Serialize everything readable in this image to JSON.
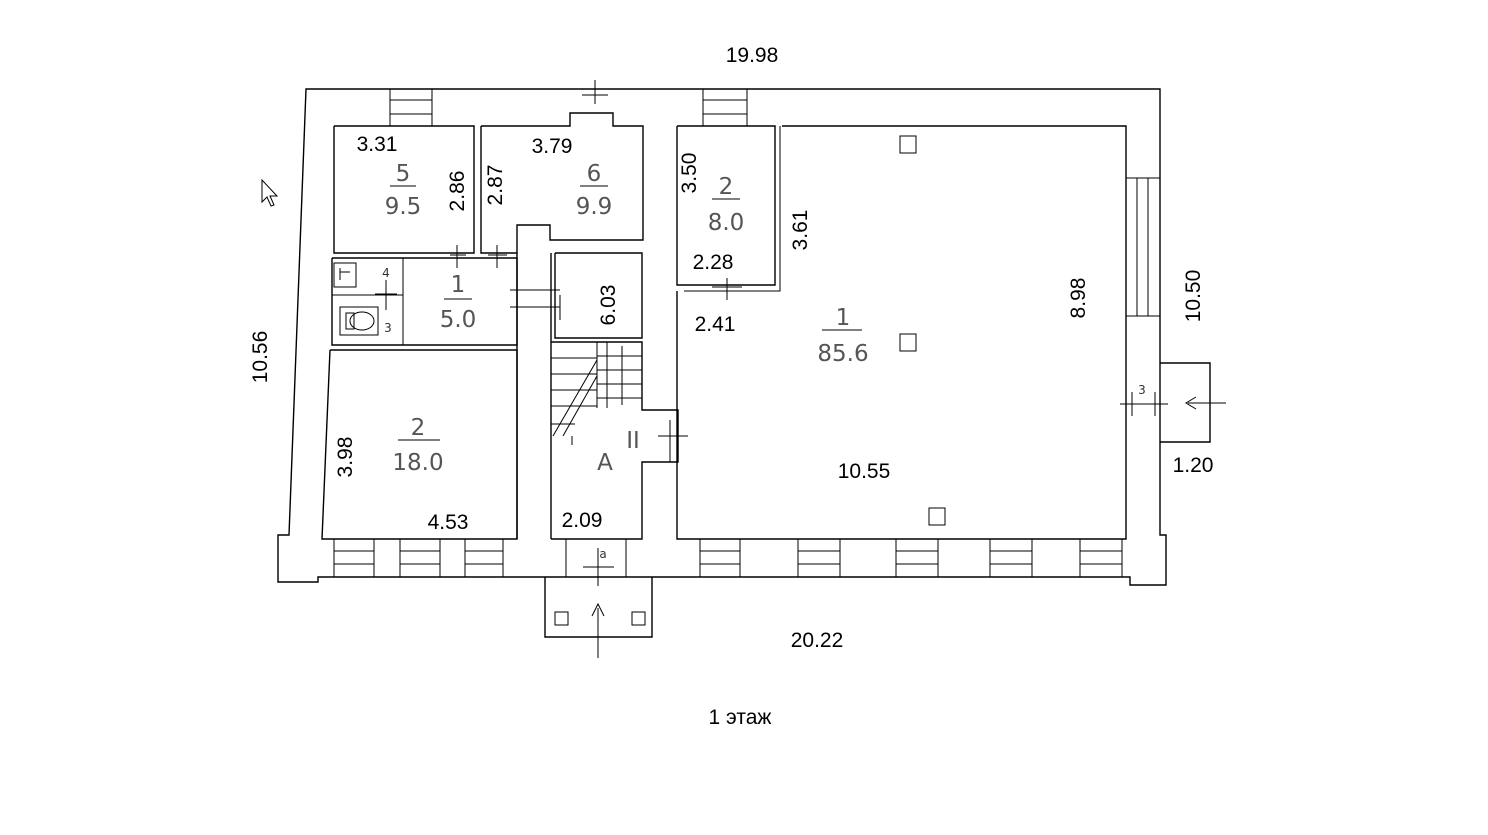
{
  "floor_label": "1 этаж",
  "dimensions": {
    "top_width": "19.98",
    "bottom_width": "20.22",
    "left_height": "10.56",
    "right_height": "10.50",
    "porch_width": "1.20",
    "r5_width": "3.31",
    "r5_height": "2.86",
    "r6_height": "2.87",
    "r6_width": "3.79",
    "r2a_height": "3.50",
    "r2a_width": "2.28",
    "r2a_depth": "3.61",
    "hall_offset": "2.41",
    "hall_height": "8.98",
    "hall_width": "10.55",
    "stair_height": "6.03",
    "stair_width": "2.09",
    "r2_height": "3.98",
    "r2_width": "4.53"
  },
  "rooms": {
    "r5": {
      "num": "5",
      "area": "9.5"
    },
    "r6": {
      "num": "6",
      "area": "9.9"
    },
    "r1": {
      "num": "1",
      "area": "5.0"
    },
    "r4": {
      "num": "4"
    },
    "r3": {
      "num": "3"
    },
    "r2": {
      "num": "2",
      "area": "18.0"
    },
    "r2a": {
      "num": "2",
      "area": "8.0"
    },
    "hall": {
      "num": "1",
      "area": "85.6"
    },
    "stair": {
      "letter": "А",
      "roman": "II"
    },
    "entrance_a": "а",
    "porch": "3"
  }
}
